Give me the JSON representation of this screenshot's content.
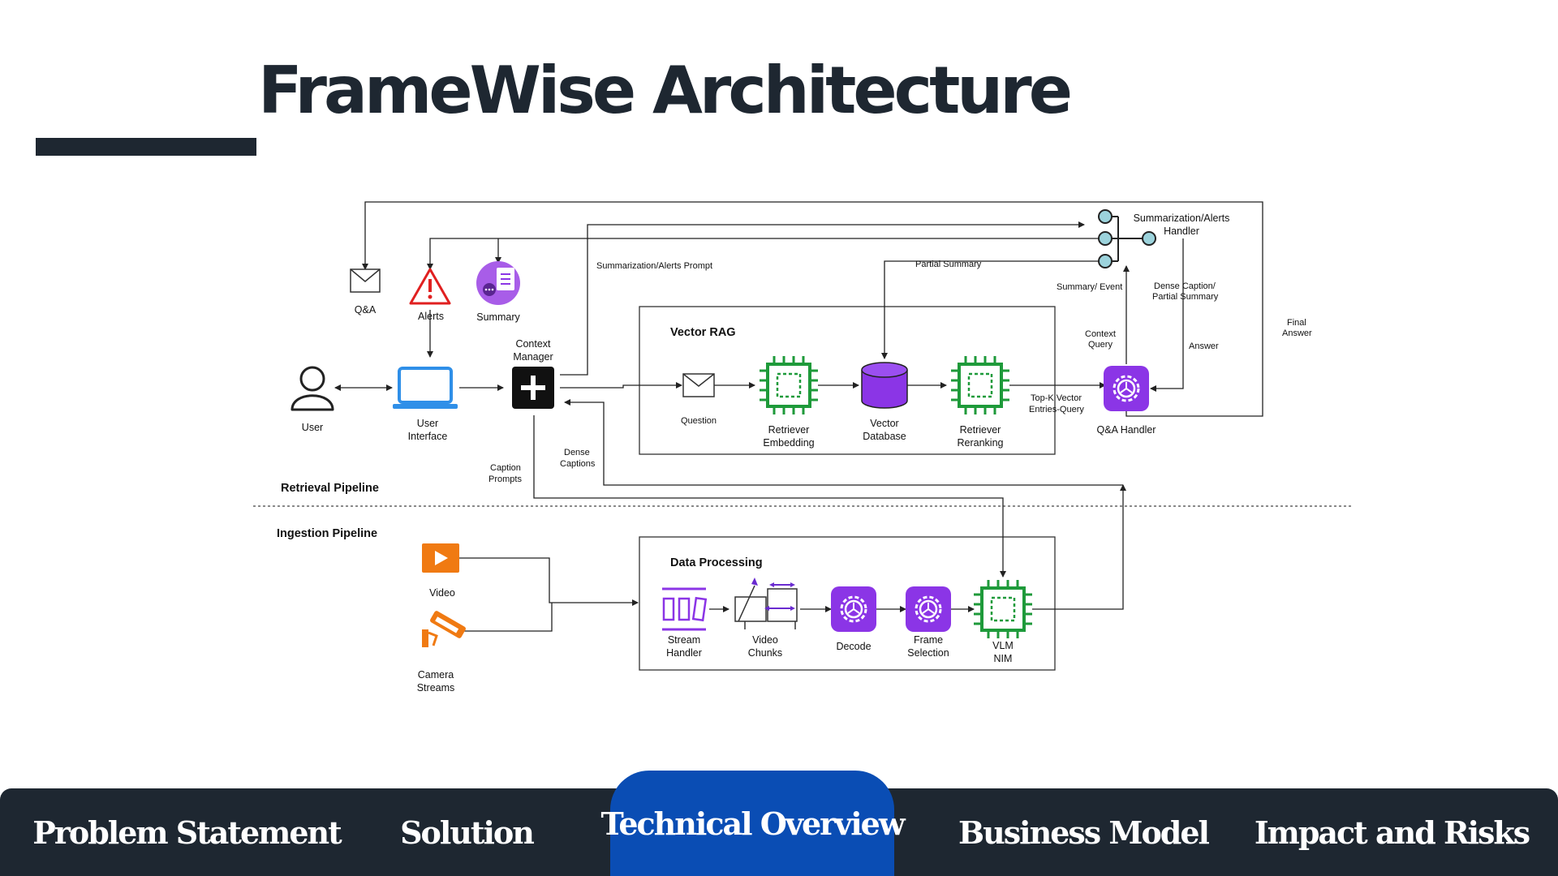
{
  "title": "FrameWise Architecture",
  "colors": {
    "dark": "#1e2731",
    "active_tab": "#0a4db4",
    "purple": "#8b35e6",
    "green": "#1e9a3a",
    "orange": "#f07a12",
    "blue": "#2f8fe8",
    "teal": "#9cd3dc",
    "red": "#e02020"
  },
  "diagram": {
    "sections": {
      "retrieval": "Retrieval Pipeline",
      "ingestion": "Ingestion Pipeline",
      "vector_rag": "Vector RAG",
      "data_processing": "Data Processing"
    },
    "nodes": {
      "qa_mail": "Q&A",
      "alerts": "Alerts",
      "summary": "Summary",
      "user": "User",
      "ui_line1": "User",
      "ui_line2": "Interface",
      "cm_line1": "Context",
      "cm_line2": "Manager",
      "question": "Question",
      "re_line1": "Retriever",
      "re_line2": "Embedding",
      "vdb_line1": "Vector",
      "vdb_line2": "Database",
      "rr_line1": "Retriever",
      "rr_line2": "Reranking",
      "qa_handler": "Q&A Handler",
      "sah_line1": "Summarization/Alerts",
      "sah_line2": "Handler",
      "video": "Video",
      "cam_line1": "Camera",
      "cam_line2": "Streams",
      "sh_line1": "Stream",
      "sh_line2": "Handler",
      "vc_line1": "Video",
      "vc_line2": "Chunks",
      "decode": "Decode",
      "fs_line1": "Frame",
      "fs_line2": "Selection",
      "vlm_line1": "VLM",
      "vlm_line2": "NIM"
    },
    "edges": {
      "sum_prompt": "Summarization/Alerts Prompt",
      "partial_summary": "Partial Summary",
      "summary_event": "Summary/ Event",
      "dense_partial_1": "Dense Caption/",
      "dense_partial_2": "Partial Summary",
      "answer": "Answer",
      "final_1": "Final",
      "final_2": "Answer",
      "ctx_q1": "Context",
      "ctx_q2": "Query",
      "topk_1": "Top-K Vector",
      "topk_2": "Entries-Query",
      "dense_cap_1": "Dense",
      "dense_cap_2": "Captions",
      "cap_prompt_1": "Caption",
      "cap_prompt_2": "Prompts"
    }
  },
  "nav": {
    "items": [
      {
        "label": "Problem Statement",
        "active": false
      },
      {
        "label": "Solution",
        "active": false
      },
      {
        "label": "Technical Overview",
        "active": true
      },
      {
        "label": "Business Model",
        "active": false
      },
      {
        "label": "Impact and Risks",
        "active": false
      }
    ]
  }
}
